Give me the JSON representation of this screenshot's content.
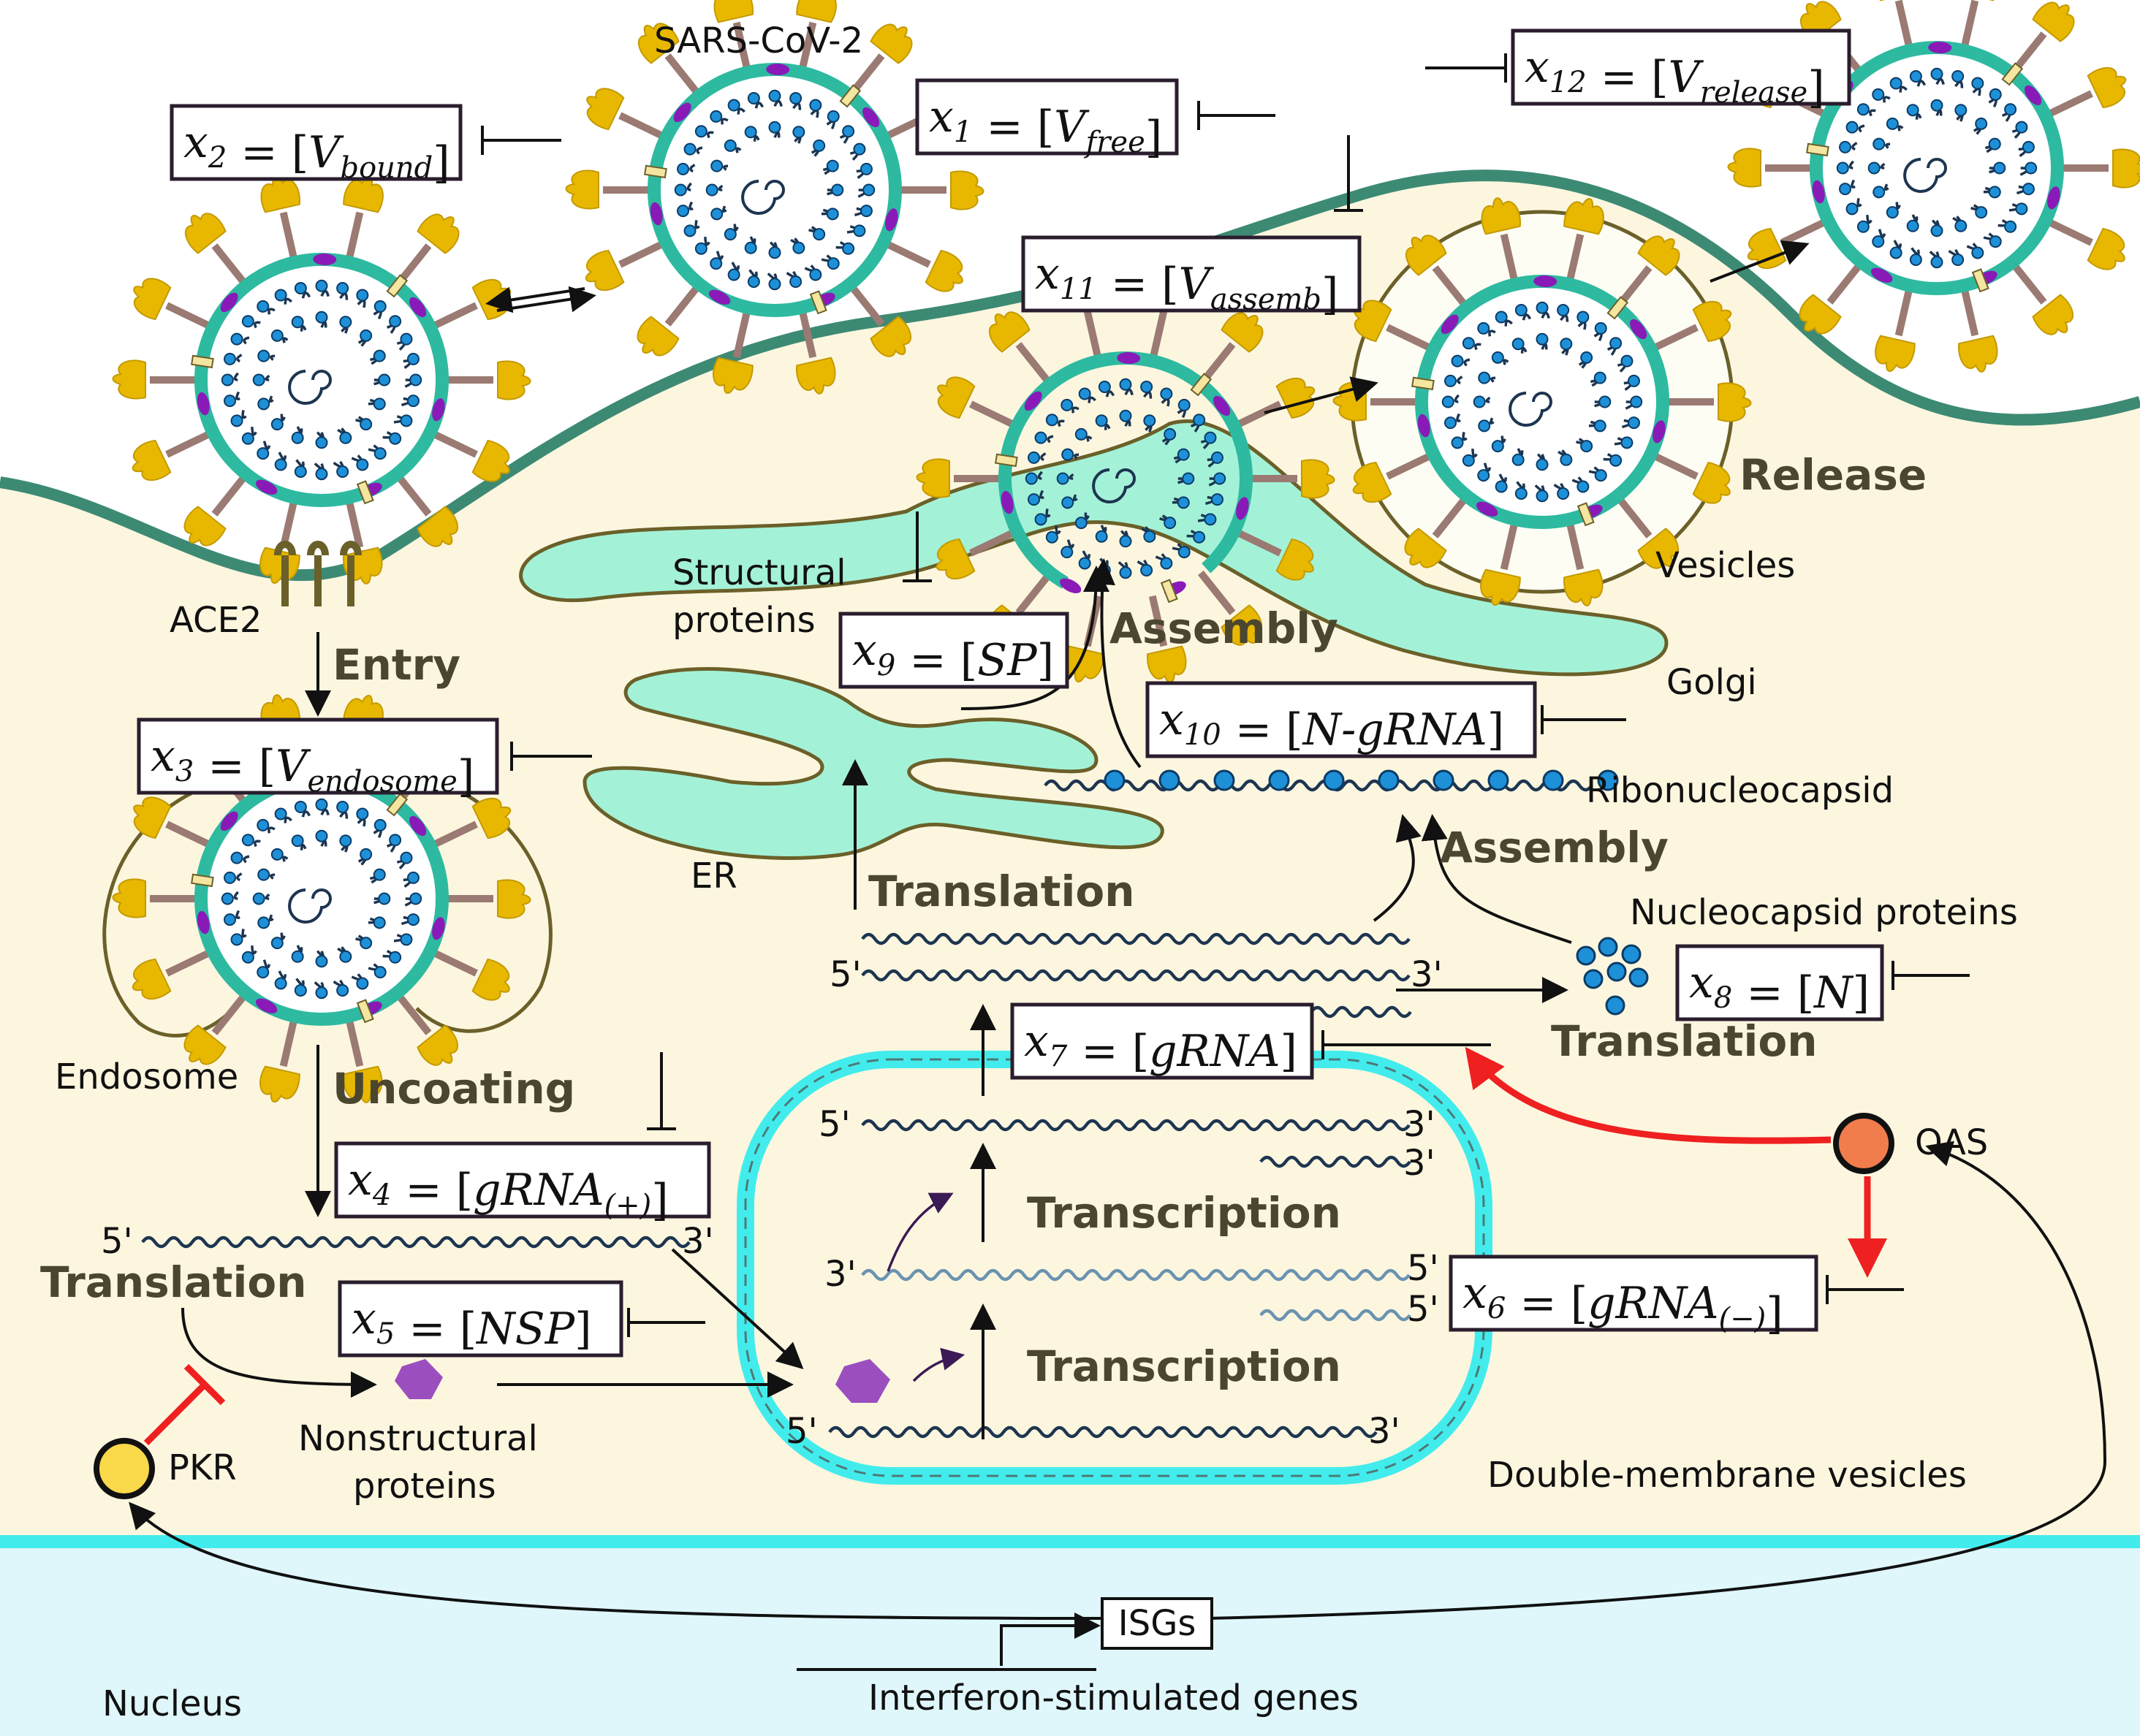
{
  "labels": {
    "sars": "SARS-CoV-2",
    "ace2": "ACE2",
    "endosome": "Endosome",
    "structural": "Structural",
    "proteins": "proteins",
    "er": "ER",
    "golgi": "Golgi",
    "vesicles": "Vesicles",
    "ribonucleocapsid": "Ribonucleocapsid",
    "nucleocapsid": "Nucleocapsid proteins",
    "nonstructural": "Nonstructural",
    "nonstructural2": "proteins",
    "dmv": "Double-membrane vesicles",
    "pkr": "PKR",
    "oas": "OAS",
    "isgs": "ISGs",
    "isg_full": "Interferon-stimulated genes",
    "nucleus": "Nucleus"
  },
  "stages": {
    "entry": "Entry",
    "uncoating": "Uncoating",
    "translation_left": "Translation",
    "translation_mid": "Translation",
    "translation_right": "Translation",
    "transcription_top": "Transcription",
    "transcription_bottom": "Transcription",
    "assembly_top": "Assembly",
    "assembly_mid": "Assembly",
    "release": "Release"
  },
  "ends": {
    "five": "5'",
    "three": "3'"
  },
  "variables": {
    "x1": {
      "name": "x",
      "idx": "1",
      "eq": " = [",
      "v": "V",
      "sub": "free",
      "close": "]"
    },
    "x2": {
      "name": "x",
      "idx": "2",
      "eq": " = [",
      "v": "V",
      "sub": "bound",
      "close": "]"
    },
    "x3": {
      "name": "x",
      "idx": "3",
      "eq": " = [",
      "v": "V",
      "sub": "endosome",
      "close": "]"
    },
    "x4": {
      "name": "x",
      "idx": "4",
      "eq": " = [",
      "v": "gRNA",
      "sub": "(+)",
      "close": "]"
    },
    "x5": {
      "name": "x",
      "idx": "5",
      "eq": " = [",
      "v": "NSP",
      "sub": "",
      "close": "]"
    },
    "x6": {
      "name": "x",
      "idx": "6",
      "eq": " = [",
      "v": "gRNA",
      "sub": "(−)",
      "close": "]"
    },
    "x7": {
      "name": "x",
      "idx": "7",
      "eq": " = [",
      "v": "gRNA",
      "sub": "",
      "close": "]"
    },
    "x8": {
      "name": "x",
      "idx": "8",
      "eq": " = [",
      "v": "N",
      "sub": "",
      "close": "]"
    },
    "x9": {
      "name": "x",
      "idx": "9",
      "eq": " = [",
      "v": "SP",
      "sub": "",
      "close": "]"
    },
    "x10": {
      "name": "x",
      "idx": "10",
      "eq": " = [",
      "v": "N-gRNA",
      "sub": "",
      "close": "]"
    },
    "x11": {
      "name": "x",
      "idx": "11",
      "eq": " = [",
      "v": "V",
      "sub": "assemb",
      "close": "]"
    },
    "x12": {
      "name": "x",
      "idx": "12",
      "eq": " = [",
      "v": "V",
      "sub": "release",
      "close": "]"
    }
  },
  "colors": {
    "cytoplasm": "#fdf6df",
    "nucleus": "#dff7fb",
    "membrane": "#3d8a74",
    "er_golgi": "#a3f2d8",
    "dmv_ring": "#43ecec",
    "spike": "#e8b800",
    "envelope": "#2ebaa0",
    "protein_m": "#8a1ab8",
    "nucleocapsid": "#1e90d8",
    "oas": "#f27d4c",
    "pkr": "#f9d84a",
    "nsp": "#9b4fbf",
    "activation": "#ee2020"
  }
}
